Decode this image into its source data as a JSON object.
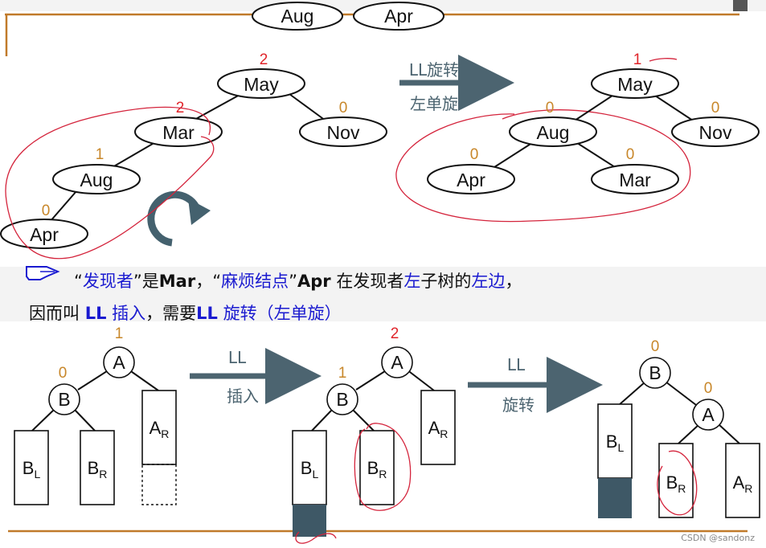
{
  "top_sequence": [
    "Aug",
    "Apr"
  ],
  "tree_before": {
    "nodes": [
      {
        "label": "May",
        "bf": "2",
        "bf_color": "#e0242a"
      },
      {
        "label": "Mar",
        "bf": "2",
        "bf_color": "#e0242a"
      },
      {
        "label": "Nov",
        "bf": "0",
        "bf_color": "#c8872a"
      },
      {
        "label": "Aug",
        "bf": "1",
        "bf_color": "#c8872a"
      },
      {
        "label": "Apr",
        "bf": "0",
        "bf_color": "#c8872a"
      }
    ]
  },
  "top_arrow": {
    "line1": "LL旋转",
    "line2": "左单旋"
  },
  "tree_after": {
    "nodes": [
      {
        "label": "May",
        "bf": "1",
        "bf_color": "#e0242a"
      },
      {
        "label": "Aug",
        "bf": "0",
        "bf_color": "#c8872a"
      },
      {
        "label": "Nov",
        "bf": "0",
        "bf_color": "#c8872a"
      },
      {
        "label": "Apr",
        "bf": "0",
        "bf_color": "#c8872a"
      },
      {
        "label": "Mar",
        "bf": "0",
        "bf_color": "#c8872a"
      }
    ]
  },
  "description": {
    "line1": {
      "q_open1": "“",
      "discoverer_term": "发现者",
      "q_close1": "”",
      "is": "是",
      "discoverer_value": "Mar",
      "comma1": "，",
      "q_open2": "“",
      "trouble_term": "麻烦结点",
      "q_close2": "”",
      "trouble_value": "Apr",
      "in_discoverer": "在发现者",
      "left1": "左",
      "subtree_of": "子树的",
      "left_side": "左边",
      "comma2": "，"
    },
    "line2": {
      "therefore": "因而叫",
      "ll1": "LL",
      "insert": "插入",
      "comma": "，",
      "need": "需要",
      "ll2": "LL",
      "rotate": "旋转",
      "paren": "（左单旋）"
    }
  },
  "diagram_1": {
    "A": {
      "label": "A",
      "bf": "1"
    },
    "B": {
      "label": "B",
      "bf": "0"
    },
    "boxes": [
      {
        "main": "B",
        "sub": "L"
      },
      {
        "main": "B",
        "sub": "R"
      },
      {
        "main": "A",
        "sub": "R"
      }
    ]
  },
  "arrow_insert": {
    "line1": "LL",
    "line2": "插入"
  },
  "diagram_2": {
    "A": {
      "label": "A",
      "bf": "2"
    },
    "B": {
      "label": "B",
      "bf": "1"
    },
    "boxes": [
      {
        "main": "B",
        "sub": "L"
      },
      {
        "main": "B",
        "sub": "R"
      },
      {
        "main": "A",
        "sub": "R"
      }
    ]
  },
  "arrow_rotate": {
    "line1": "LL",
    "line2": "旋转"
  },
  "diagram_3": {
    "B": {
      "label": "B",
      "bf": "0"
    },
    "A": {
      "label": "A",
      "bf": "0"
    },
    "boxes": [
      {
        "main": "B",
        "sub": "L"
      },
      {
        "main": "B",
        "sub": "R"
      },
      {
        "main": "A",
        "sub": "R"
      }
    ]
  },
  "colors": {
    "balance_orange": "#c8872a",
    "balance_red": "#e0242a",
    "arrow": "#4c6470",
    "inserted_fill": "#3e5866",
    "frame_line": "#c07a2a",
    "highlight_blue": "#1a1ad0",
    "annotation_red": "#d4243c"
  },
  "watermark": "CSDN @sandonz"
}
